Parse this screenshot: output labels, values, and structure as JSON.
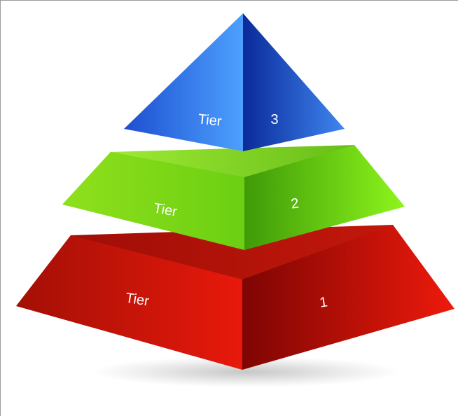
{
  "tiers": [
    {
      "left_label": "Tier",
      "right_label": "3",
      "color": "#2f7fe6"
    },
    {
      "left_label": "Tier",
      "right_label": "2",
      "color": "#7ee61a"
    },
    {
      "left_label": "Tier",
      "right_label": "1",
      "color": "#e01a0a"
    }
  ]
}
